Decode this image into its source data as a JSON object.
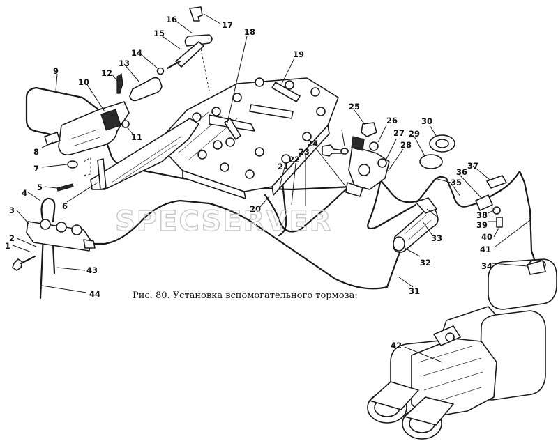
{
  "figure": {
    "caption": "Рис. 80. Установка вспомогательного тормоза:",
    "watermark": "SPECSERVER"
  },
  "callouts": [
    "1",
    "2",
    "3",
    "4",
    "5",
    "6",
    "7",
    "8",
    "9",
    "10",
    "11",
    "12",
    "13",
    "14",
    "15",
    "16",
    "17",
    "18",
    "19",
    "20",
    "21",
    "22",
    "23",
    "24",
    "25",
    "26",
    "27",
    "28",
    "29",
    "30",
    "31",
    "32",
    "33",
    "34",
    "35",
    "36",
    "37",
    "38",
    "39",
    "40",
    "41",
    "42",
    "43",
    "44"
  ],
  "colors": {
    "ink": "#1a1a1a",
    "paper": "#ffffff",
    "watermark": "#c8c8c8"
  }
}
